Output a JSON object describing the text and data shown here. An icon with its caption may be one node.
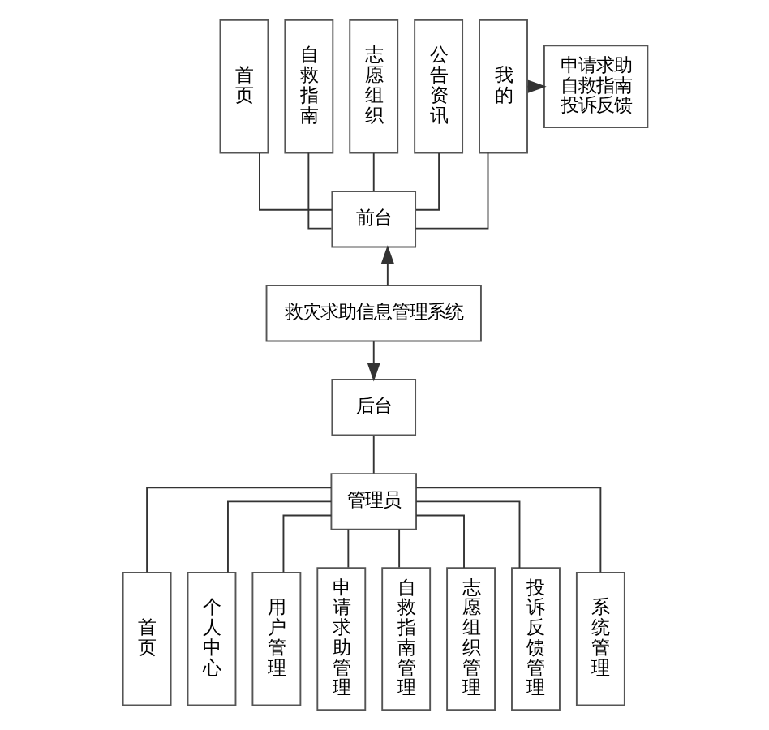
{
  "diagram": {
    "nodes": [
      {
        "text": [
          "首页"
        ]
      },
      {
        "text": [
          "自救指南"
        ]
      },
      {
        "text": [
          "志愿组织"
        ]
      },
      {
        "text": [
          "公告资讯"
        ]
      },
      {
        "text": [
          "我的"
        ]
      },
      {
        "text": [
          "申请求助",
          "自救指南",
          "投诉反馈"
        ]
      },
      {
        "text": [
          "前台"
        ]
      },
      {
        "text": [
          "救灾求助信息管理系统"
        ]
      },
      {
        "text": [
          "后台"
        ]
      },
      {
        "text": [
          "管理员"
        ]
      },
      {
        "text": [
          "首页"
        ]
      },
      {
        "text": [
          "个人中心"
        ]
      },
      {
        "text": [
          "用户管理"
        ]
      },
      {
        "text": [
          "申请求助管理"
        ]
      },
      {
        "text": [
          "自救指南管理"
        ]
      },
      {
        "text": [
          "志愿组织管理"
        ]
      },
      {
        "text": [
          "投诉反馈管理"
        ]
      },
      {
        "text": [
          "系统管理"
        ]
      }
    ],
    "edges": [
      {
        "from": 0,
        "to": 6,
        "arrow": "none"
      },
      {
        "from": 1,
        "to": 6,
        "arrow": "none"
      },
      {
        "from": 2,
        "to": 6,
        "arrow": "none"
      },
      {
        "from": 3,
        "to": 6,
        "arrow": "none"
      },
      {
        "from": 4,
        "to": 6,
        "arrow": "none"
      },
      {
        "from": 4,
        "to": 5,
        "arrow": "to"
      },
      {
        "from": 7,
        "to": 6,
        "arrow": "to"
      },
      {
        "from": 7,
        "to": 8,
        "arrow": "to"
      },
      {
        "from": 8,
        "to": 9,
        "arrow": "none"
      },
      {
        "from": 9,
        "to": 10,
        "arrow": "none"
      },
      {
        "from": 9,
        "to": 11,
        "arrow": "none"
      },
      {
        "from": 9,
        "to": 12,
        "arrow": "none"
      },
      {
        "from": 9,
        "to": 13,
        "arrow": "none"
      },
      {
        "from": 9,
        "to": 14,
        "arrow": "none"
      },
      {
        "from": 9,
        "to": 15,
        "arrow": "none"
      },
      {
        "from": 9,
        "to": 16,
        "arrow": "none"
      },
      {
        "from": 9,
        "to": 17,
        "arrow": "none"
      }
    ]
  }
}
